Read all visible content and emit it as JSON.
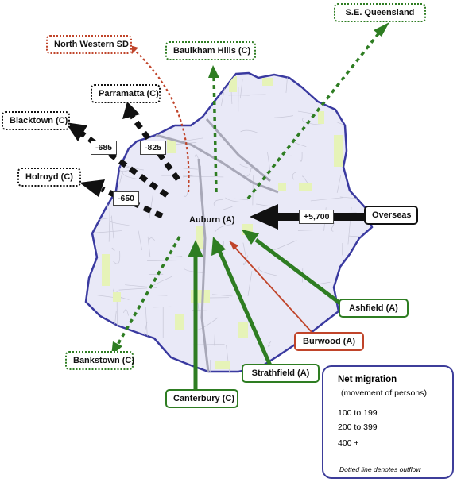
{
  "center": "Auburn (A)",
  "flows": [
    {
      "key": "se_queensland",
      "label": "S.E. Queensland",
      "band": "200 to 399",
      "direction": "outflow"
    },
    {
      "key": "north_western_sd",
      "label": "North Western SD",
      "band": "100 to 199",
      "direction": "outflow"
    },
    {
      "key": "baulkham_hills",
      "label": "Baulkham Hills (C)",
      "band": "200 to 399",
      "direction": "outflow"
    },
    {
      "key": "parramatta",
      "label": "Parramatta (C)",
      "band": "400 +",
      "direction": "outflow",
      "value": "-825"
    },
    {
      "key": "blacktown",
      "label": "Blacktown (C)",
      "band": "400 +",
      "direction": "outflow",
      "value": "-685"
    },
    {
      "key": "holroyd",
      "label": "Holroyd (C)",
      "band": "400 +",
      "direction": "outflow",
      "value": "-650"
    },
    {
      "key": "overseas",
      "label": "Overseas",
      "band": "400 +",
      "direction": "inflow",
      "value": "+5,700"
    },
    {
      "key": "ashfield",
      "label": "Ashfield (A)",
      "band": "200 to 399",
      "direction": "inflow"
    },
    {
      "key": "burwood",
      "label": "Burwood (A)",
      "band": "100 to 199",
      "direction": "inflow"
    },
    {
      "key": "strathfield",
      "label": "Strathfield (A)",
      "band": "200 to 399",
      "direction": "inflow"
    },
    {
      "key": "canterbury",
      "label": "Canterbury (C)",
      "band": "200 to 399",
      "direction": "inflow"
    },
    {
      "key": "bankstown",
      "label": "Bankstown (C)",
      "band": "200 to 399",
      "direction": "outflow"
    }
  ],
  "legend": {
    "title": "Net migration",
    "subtitle": "(movement of persons)",
    "rows": [
      {
        "label": "100 to 199",
        "color": "#c0442a"
      },
      {
        "label": "200 to 399",
        "color": "#2e7d22"
      },
      {
        "label": "400 +",
        "color": "#111111"
      }
    ],
    "note": "Dotted line denotes outflow"
  },
  "colors": {
    "region_fill": "#e9e9f7",
    "region_border": "#3a3aa0",
    "park": "#e6f3b8",
    "road": "#c8c8d8",
    "green": "#2e7d22",
    "red": "#c0442a",
    "black": "#111111"
  }
}
